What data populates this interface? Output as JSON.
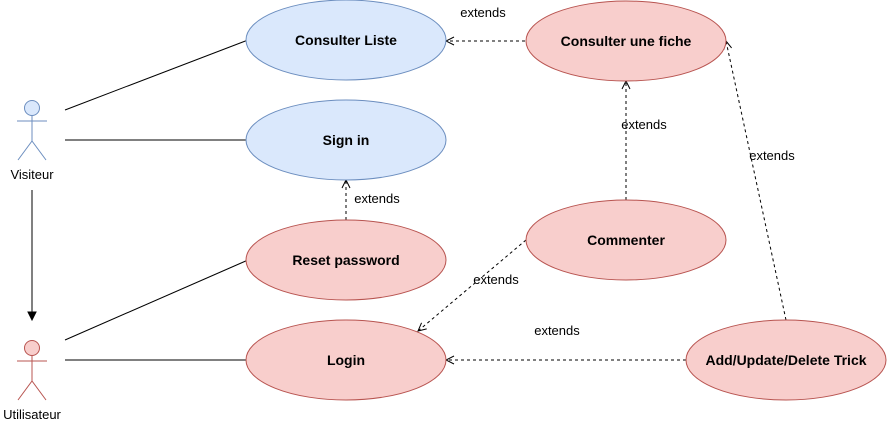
{
  "colors": {
    "blue_fill": "#dae8fc",
    "blue_stroke": "#6c8ebf",
    "red_fill": "#f8cecc",
    "red_stroke": "#b85450",
    "line": "#000000"
  },
  "actors": {
    "visiteur": {
      "label": "Visiteur",
      "color": "blue"
    },
    "utilisateur": {
      "label": "Utilisateur",
      "color": "red"
    }
  },
  "use_cases": {
    "consulter_liste": {
      "label": "Consulter Liste",
      "color": "blue"
    },
    "sign_in": {
      "label": "Sign in",
      "color": "blue"
    },
    "reset_password": {
      "label": "Reset password",
      "color": "red"
    },
    "login": {
      "label": "Login",
      "color": "red"
    },
    "consulter_fiche": {
      "label": "Consulter une fiche",
      "color": "red"
    },
    "commenter": {
      "label": "Commenter",
      "color": "red"
    },
    "add_update_delete": {
      "label": "Add/Update/Delete Trick",
      "color": "red"
    }
  },
  "relations": {
    "fiche_to_liste": {
      "label": "extends"
    },
    "commenter_to_fiche": {
      "label": "extends"
    },
    "trick_to_fiche": {
      "label": "extends"
    },
    "reset_to_signin": {
      "label": "extends"
    },
    "commenter_to_login": {
      "label": "extends"
    },
    "trick_to_login": {
      "label": "extends"
    }
  }
}
